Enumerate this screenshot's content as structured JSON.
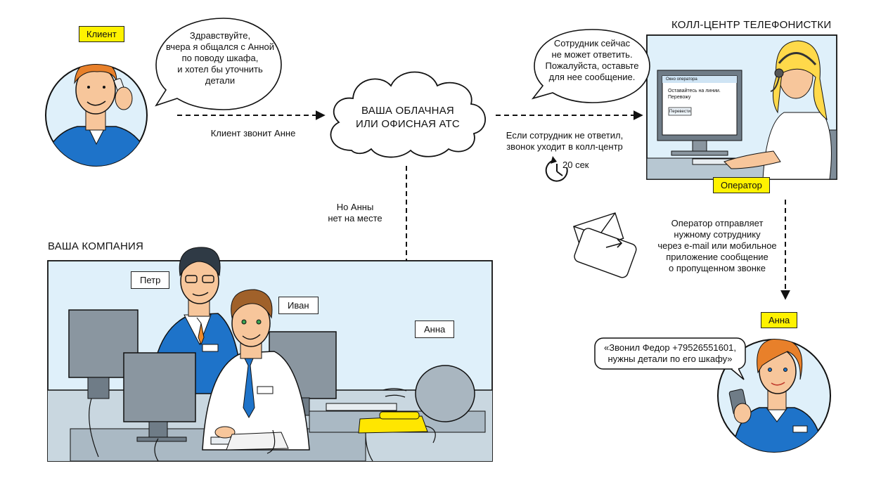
{
  "client": {
    "tag": "Клиент",
    "bubble": [
      "Здравствуйте,",
      "вчера я общался с Анной",
      "по поводу шкафа,",
      "и хотел бы уточнить",
      "детали"
    ]
  },
  "arrow_client_label": "Клиент звонит Анне",
  "cloud": {
    "lines": [
      "ВАША ОБЛАЧНАЯ",
      "ИЛИ ОФИСНАЯ АТС"
    ]
  },
  "callcenter": {
    "title": "КОЛЛ-ЦЕНТР ТЕЛЕФОНИСТКИ",
    "bubble": [
      "Сотрудник сейчас",
      "не может ответить.",
      "Пожалуйста, оставьте",
      "для нее сообщение."
    ],
    "screen_window_title": "Окно оператора",
    "screen_text": [
      "Оставайтесь на линии.",
      "Перевожу"
    ],
    "screen_button": "Перевести",
    "operator_tag": "Оператор"
  },
  "redirect": {
    "lines": [
      "Если сотрудник не ответил,",
      "звонок уходит в колл-центр"
    ],
    "timer": "20 сек"
  },
  "absent": {
    "lines": [
      "Но Анны",
      "нет на месте"
    ]
  },
  "company": {
    "title": "ВАША КОМПАНИЯ",
    "names": {
      "petr": "Петр",
      "ivan": "Иван",
      "anna": "Анна"
    }
  },
  "operator_sends": {
    "lines": [
      "Оператор отправляет",
      "нужному сотруднику",
      "через e-mail или мобильное",
      "приложение сообщение",
      "о пропущенном звонке"
    ]
  },
  "anna": {
    "tag": "Анна",
    "message": [
      "«Звонил Федор +79526551601,",
      "нужны детали по его шкафу»"
    ]
  },
  "colors": {
    "tag_yellow": "#fff200",
    "panel_blue": "#dff0fa",
    "uniform_blue": "#1e73c9",
    "skin": "#f7c69b"
  }
}
